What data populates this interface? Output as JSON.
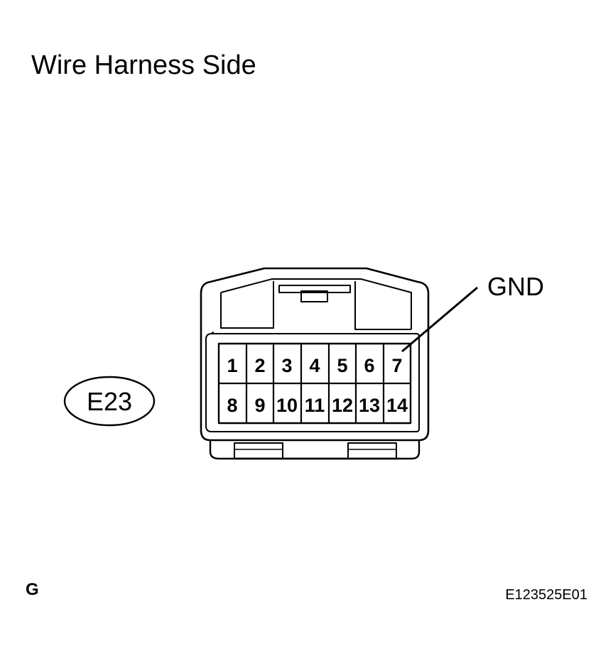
{
  "title": "Wire Harness Side",
  "connector": {
    "id": "E23",
    "pins_top": [
      "1",
      "2",
      "3",
      "4",
      "5",
      "6",
      "7"
    ],
    "pins_bottom": [
      "8",
      "9",
      "10",
      "11",
      "12",
      "13",
      "14"
    ],
    "callout": {
      "label": "GND",
      "pin": "7"
    }
  },
  "footer": {
    "left_mark": "G",
    "figure_code": "E123525E01"
  }
}
